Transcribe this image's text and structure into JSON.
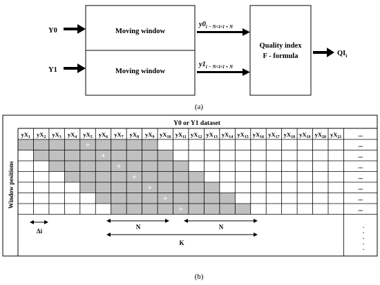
{
  "part_a": {
    "input_y0": "Y0",
    "input_y1": "Y1",
    "window_top_label": "Moving window",
    "window_bottom_label": "Moving window",
    "out_y0_main": "y0",
    "out_y0_sub": "i − N<i<i + N",
    "out_y1_main": "y1",
    "out_y1_sub": "i − N<i<i + N",
    "quality_line1": "Quality index",
    "quality_line2": "F - formula",
    "output_main": "QI",
    "output_sub": "i",
    "caption": "(a)"
  },
  "part_b": {
    "dataset_header": "Y0 or Y1 dataset",
    "row_axis_label": "Window positions",
    "col_prefix": "yX",
    "col_subs": [
      "1",
      "2",
      "3",
      "4",
      "5",
      "6",
      "7",
      "8",
      "9",
      "10",
      "11",
      "12",
      "13",
      "14",
      "15",
      "16",
      "17",
      "18",
      "19",
      "20",
      "21"
    ],
    "ellipsis": "...",
    "row_ellipsis": ".",
    "plus": "+",
    "delta_label": "Δi",
    "n_label_1": "N",
    "n_label_2": "N",
    "k_label": "K",
    "caption": "(b)"
  },
  "grid_data": {
    "rows": 7,
    "cols": 21,
    "shaded_rows": [
      {
        "start": 1,
        "end": 9,
        "plus_col": 5
      },
      {
        "start": 2,
        "end": 10,
        "plus_col": 6
      },
      {
        "start": 3,
        "end": 11,
        "plus_col": 7
      },
      {
        "start": 4,
        "end": 12,
        "plus_col": 8
      },
      {
        "start": 5,
        "end": 13,
        "plus_col": 9
      },
      {
        "start": 6,
        "end": 14,
        "plus_col": 10
      },
      {
        "start": 7,
        "end": 15,
        "plus_col": 11
      }
    ],
    "shade_color": "#c0c0c0"
  }
}
